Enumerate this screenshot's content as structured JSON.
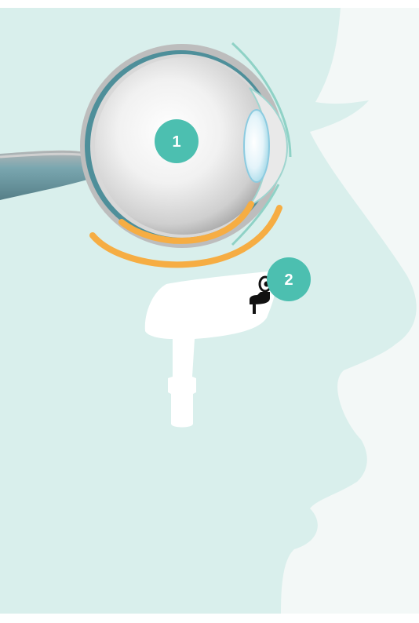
{
  "diagram": {
    "markers": [
      {
        "id": "eye",
        "label": "1"
      },
      {
        "id": "device",
        "label": "2"
      }
    ]
  },
  "colors": {
    "background": "#d9efec",
    "face_profile": "#f3f8f7",
    "badge": "#4cbfb0",
    "sound_waves": "#f6ad43",
    "optic_nerve": "#6a9ea8",
    "device": "#ffffff"
  },
  "icons": [
    "eyeball-illustration",
    "optic-nerve",
    "ultrasound-wave",
    "ultrasound-probe",
    "eye-symbol"
  ]
}
